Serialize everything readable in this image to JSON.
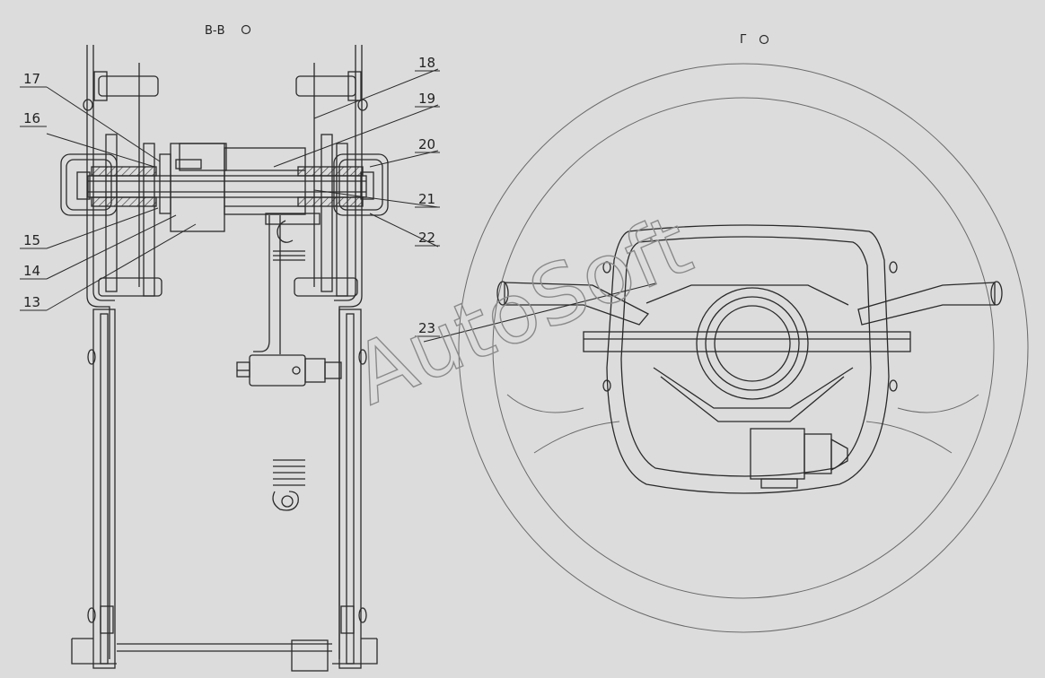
{
  "views": {
    "left_view": {
      "title": "В-В"
    },
    "right_view": {
      "title": "Г"
    }
  },
  "callouts": [
    {
      "id": "c13",
      "label": "13"
    },
    {
      "id": "c14",
      "label": "14"
    },
    {
      "id": "c15",
      "label": "15"
    },
    {
      "id": "c16",
      "label": "16"
    },
    {
      "id": "c17",
      "label": "17"
    },
    {
      "id": "c18",
      "label": "18"
    },
    {
      "id": "c19",
      "label": "19"
    },
    {
      "id": "c20",
      "label": "20"
    },
    {
      "id": "c21",
      "label": "21"
    },
    {
      "id": "c22",
      "label": "22"
    },
    {
      "id": "c23",
      "label": "23"
    }
  ],
  "watermark": {
    "text": "AutoSoft"
  },
  "colors": {
    "background": "#dcdcdc",
    "line": "#2a2a2a",
    "watermark": "#9a9a9a"
  }
}
